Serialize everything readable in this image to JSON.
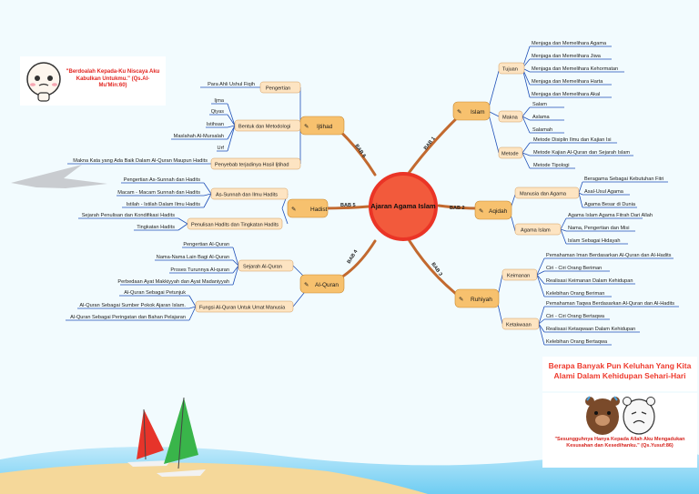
{
  "center": {
    "label": "Ajaran Agama Islam"
  },
  "babs": [
    "BAB 1",
    "BAB 2",
    "BAB 3",
    "BAB 4",
    "BAB 5",
    "BAB 6"
  ],
  "topics": {
    "islam": "Islam",
    "aqidah": "Aqidah",
    "ruhiyah": "Ruhiyah",
    "alquran": "Al-Quran",
    "hadist": "Hadist",
    "ijtihad": "Ijtihad"
  },
  "sub": {
    "tujuan": "Tujuan",
    "makna": "Makna",
    "metode": "Metode",
    "manusia_agama": "Manusia dan Agama",
    "agama_islam": "Agama Islam",
    "keimanan": "Keimanan",
    "ketakwaan": "Ketakwaan",
    "sejarah_alquran": "Sejarah Al-Quran",
    "fungsi_alquran": "Fungsi Al-Quran Untuk Umat Manusia",
    "assunnah": "As-Sunnah dan Ilmu Hadits",
    "penulisan": "Penulisan Hadits dan Tingkatan Hadits",
    "pengertian": "Pengertian",
    "bentuk": "Bentuk dan Metodologi",
    "penyebab": "Penyebab terjadinya Hasil Ijtihad"
  },
  "leaves": {
    "tujuan": [
      "Menjaga dan Memelihara Agama",
      "Menjaga dan Memelihara Jiwa",
      "Menjaga dan Memelihara Kehormatan",
      "Menjaga dan Memelihara Harta",
      "Menjaga dan Memelihara Akal"
    ],
    "makna": [
      "Salam",
      "Aslama",
      "Salamah"
    ],
    "metode": [
      "Metode Disiplin Ilmu dan Kajian Isi",
      "Metode Kajian Al-Quran dan Sejarah Islam",
      "Metode Tipologi"
    ],
    "manusia_agama": [
      "Beragama Sebagai Kebutuhan Fitri",
      "Asal-Usul Agama",
      "Agama Besar di Dunia"
    ],
    "agama_islam": [
      "Agama Islam Agama Fitrah Dari Allah",
      "Nama, Pengertian dan Misi",
      "Islam  Sebagai Hidayah"
    ],
    "keimanan": [
      "Pemahaman Iman Berdasarkan Al-Quran dan Al-Hadits",
      "Ciri - Ciri Orang Beriman",
      "Realisasi Keimanan Dalam Kehidupan",
      "Kelebihan Orang Beriman"
    ],
    "ketakwaan": [
      "Pemahaman Taqwa Berdasarkan Al-Quran dan Al-Hadits",
      "Ciri - Ciri Orang Bertaqwa",
      "Realisasi Ketaqwaan Dalam Kehidupan",
      "Kelebihan Orang Bertaqwa"
    ],
    "sejarah_alquran": [
      "Pengertian Al-Quran",
      "Nama-Nama Lain Bagi Al-Quran",
      "Proses Turunnya Al-quran",
      "Perbedaan Ayat Makkiyyah dan Ayat Madaniyyah"
    ],
    "fungsi_alquran": [
      "Al-Quran Sebagai Petunjuk",
      "Al-Quran Sebagai Sumber Pokok Ajaran Islam.",
      "Al-Quran Sebagai Peringatan dan Bahan Pelajaran"
    ],
    "assunnah": [
      "Pengertian As-Sunnah dan Hadits",
      "Macam - Macam Sunnah dan Hadits",
      "Istilah - Istilah Dalam Ilmu Hadits"
    ],
    "penulisan": [
      "Sejarah Penulisan dan Kondifikasi Hadits",
      "Tingkatan Hadits"
    ],
    "pengertian": [
      "Para Ahli Ushul Fiqih"
    ],
    "bentuk": [
      "Ijma",
      "Qiyas",
      "Istihsan",
      "Maslahah Al-Mursalah",
      "Urf"
    ],
    "penyebab": [
      "Makna Kata yang Ada Baik Dalam Al-Quran Maupun Hadits"
    ]
  },
  "note_top": "\"Berdoalah Kepada-Ku Niscaya Aku Kabulkan Untukmu.\" (Qs.Al-Mu'Min:60)",
  "slogan": "Berapa Banyak Pun Keluhan Yang Kita Alami Dalam Kehidupan Sehari-Hari",
  "note_bottom": "\"Sesungguhnya Hanya Kepada Allah Aku Mengadukan Kesusahan dan Kesedihanku.\" (Qs.Yusuf:86)",
  "colors": {
    "center": "#f03a2a",
    "topic": "#f7c16e",
    "sub": "#fde4c2",
    "line": "#1f50b8",
    "connector": "#c2692f"
  }
}
